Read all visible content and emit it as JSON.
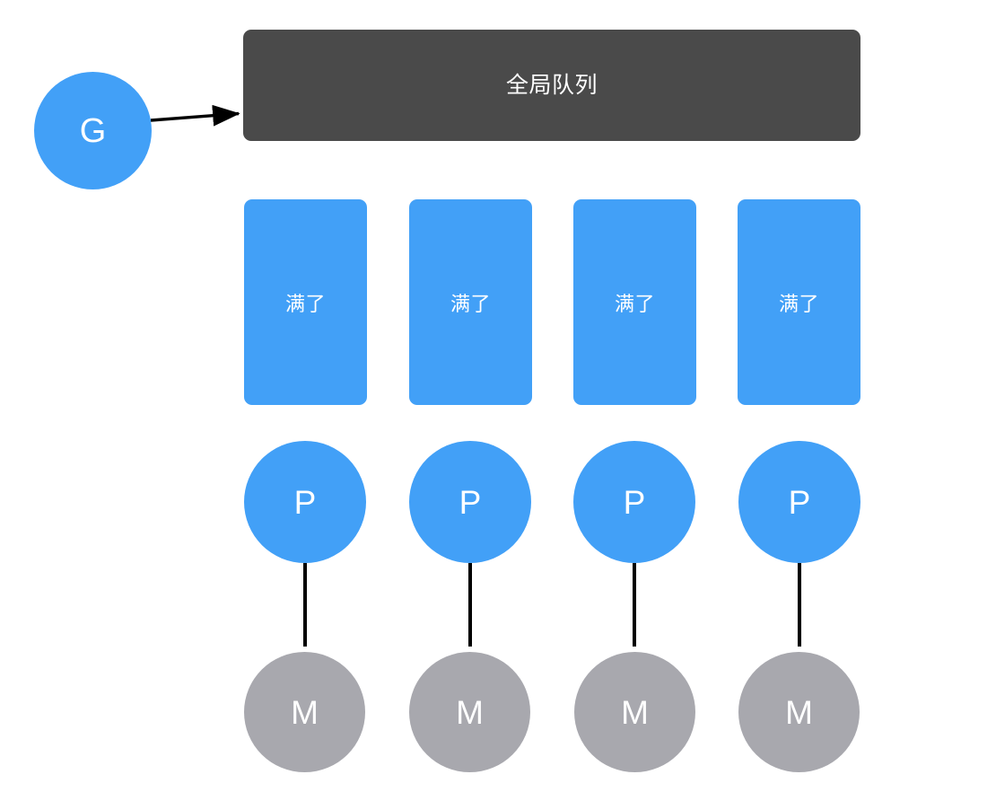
{
  "diagram": {
    "title_text": "全局队列",
    "background_color": "#ffffff",
    "colors": {
      "blue": "#42a0f7",
      "gray": "#a8a8ae",
      "dark": "#4a4a4a",
      "line": "#000000",
      "text_on_fill": "#ffffff"
    },
    "global_queue": {
      "label": "全局队列"
    },
    "goroutine": {
      "label": "G"
    },
    "arrow": {
      "name": "g-to-global-queue-arrow",
      "from": "G",
      "to": "全局队列"
    },
    "local_queues": [
      {
        "label": "满了"
      },
      {
        "label": "满了"
      },
      {
        "label": "满了"
      },
      {
        "label": "满了"
      }
    ],
    "processors": [
      {
        "label": "P"
      },
      {
        "label": "P"
      },
      {
        "label": "P"
      },
      {
        "label": "P"
      }
    ],
    "machines": [
      {
        "label": "M"
      },
      {
        "label": "M"
      },
      {
        "label": "M"
      },
      {
        "label": "M"
      }
    ],
    "connectors": [
      {
        "from": "P",
        "to": "M"
      },
      {
        "from": "P",
        "to": "M"
      },
      {
        "from": "P",
        "to": "M"
      },
      {
        "from": "P",
        "to": "M"
      }
    ]
  }
}
